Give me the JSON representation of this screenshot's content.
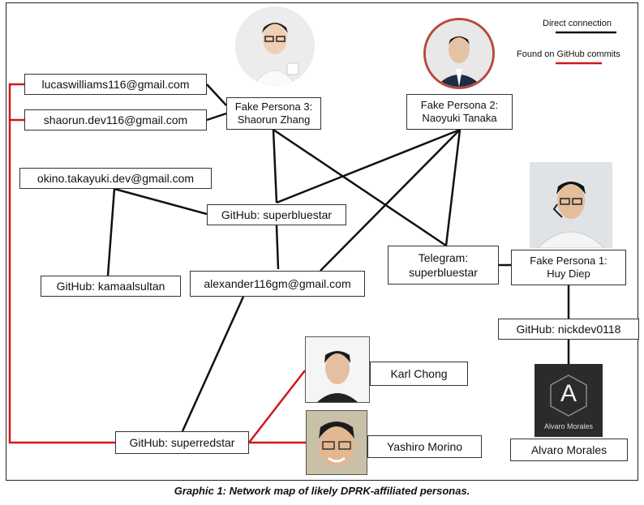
{
  "legend": {
    "direct_label": "Direct connection",
    "github_label": "Found on GitHub commits",
    "direct_color": "#111111",
    "github_color": "#d0181b"
  },
  "nodes": {
    "lucas_email": "lucaswilliams116@gmail.com",
    "shaorun_email": "shaorun.dev116@gmail.com",
    "okino_email": "okino.takayuki.dev@gmail.com",
    "persona3_title": "Fake Persona 3:",
    "persona3_name": "Shaorun Zhang",
    "persona2_title": "Fake Persona 2:",
    "persona2_name": "Naoyuki Tanaka",
    "github_superbluestar": "GitHub: superbluestar",
    "github_kamaalsultan": "GitHub: kamaalsultan",
    "alexander_email": "alexander116gm@gmail.com",
    "telegram_line1": "Telegram:",
    "telegram_line2": "superbluestar",
    "persona1_title": "Fake Persona 1:",
    "persona1_name": "Huy Diep",
    "github_nickdev": "GitHub: nickdev0118",
    "karl_chong": "Karl Chong",
    "yashiro_morino": "Yashiro Morino",
    "github_superredstar": "GitHub: superredstar",
    "alvaro_morales": "Alvaro Morales",
    "alvaro_logo_letter": "A",
    "alvaro_logo_caption": "Alvaro Morales"
  },
  "caption": "Graphic 1: Network map of likely DPRK-affiliated personas."
}
